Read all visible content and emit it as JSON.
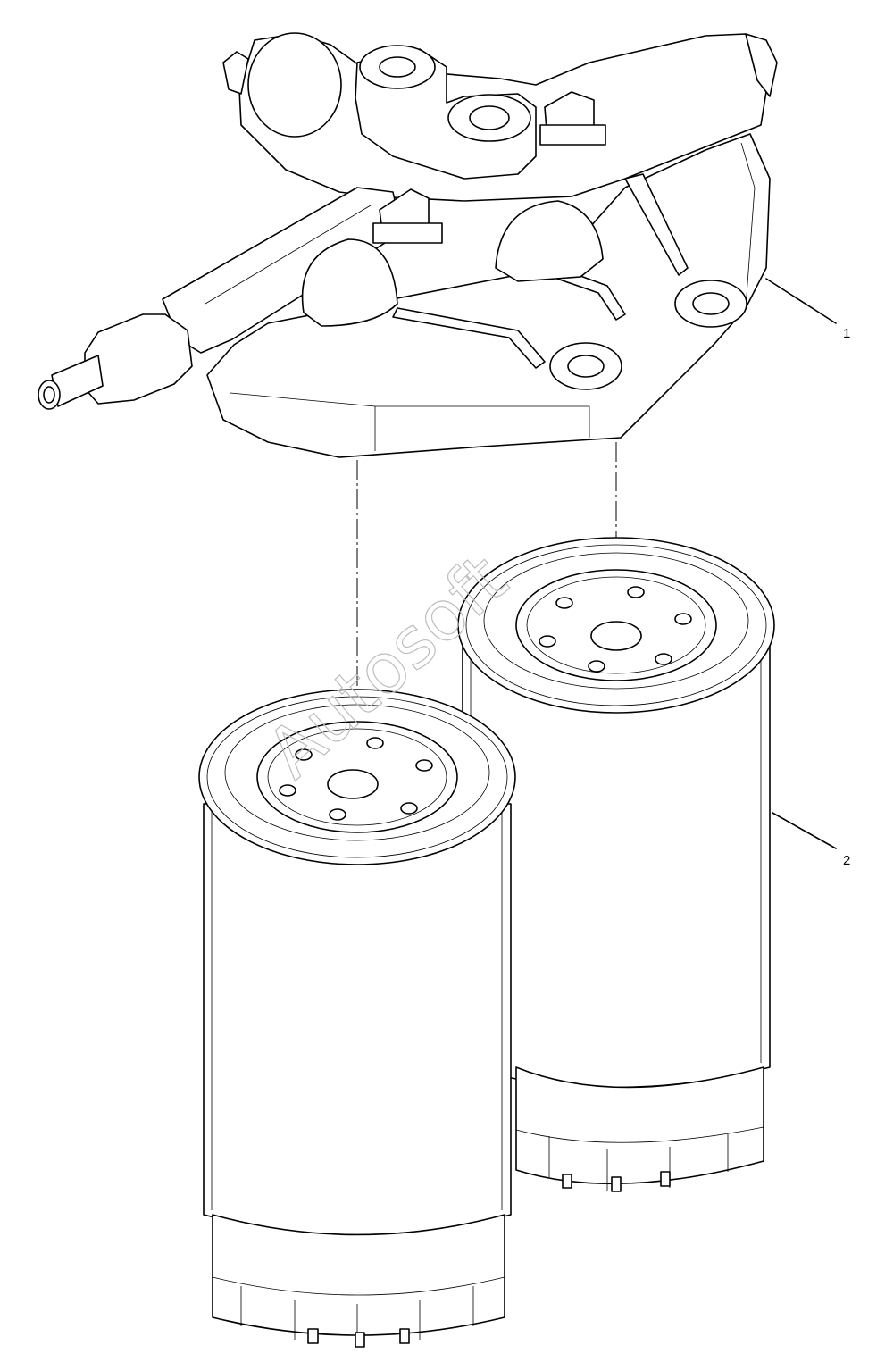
{
  "callouts": [
    {
      "label": "1"
    },
    {
      "label": "2"
    }
  ],
  "watermark": {
    "text": "Autosoft"
  },
  "parts": {
    "bracket_icon": "filter-head-bracket",
    "filter_icon": "spin-on-fuel-filter"
  }
}
